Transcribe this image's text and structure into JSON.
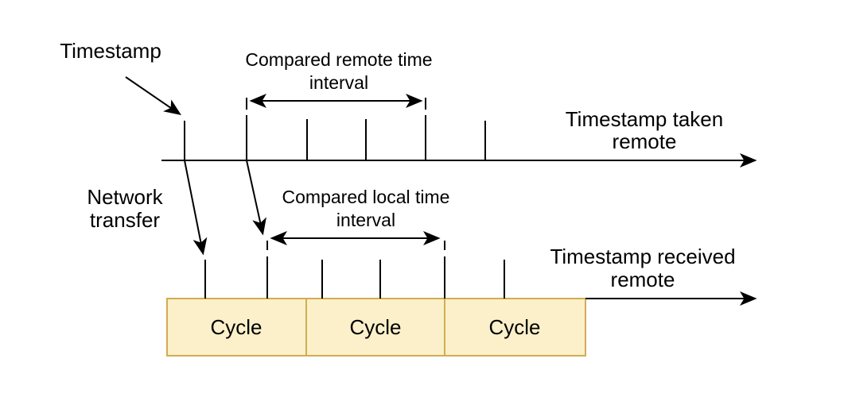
{
  "diagram": {
    "timestamp_label": "Timestamp",
    "network_transfer": {
      "line1": "Network",
      "line2": "transfer"
    },
    "compared_remote": {
      "line1": "Compared remote time",
      "line2": "interval"
    },
    "compared_local": {
      "line1": "Compared local time",
      "line2": "interval"
    },
    "timestamp_taken": {
      "line1": "Timestamp taken",
      "line2": "remote"
    },
    "timestamp_received": {
      "line1": "Timestamp received",
      "line2": "remote"
    },
    "cycles": [
      "Cycle",
      "Cycle",
      "Cycle"
    ],
    "colors": {
      "line": "#000000",
      "text": "#000000",
      "cycle_fill": "#FBF0C9",
      "cycle_stroke": "#D2AC53",
      "background": "#FFFFFF"
    }
  }
}
